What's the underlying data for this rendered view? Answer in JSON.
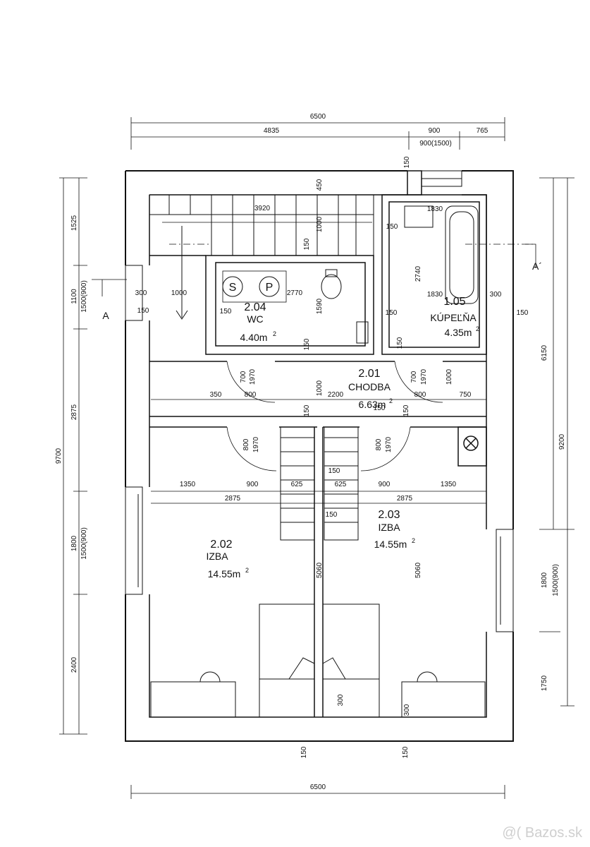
{
  "top_dims": {
    "total": "6500",
    "left": "4835",
    "mid": "900",
    "right": "765",
    "window": "900(1500)",
    "chimney": "150"
  },
  "bottom_dims": {
    "total": "6500",
    "left150": "150",
    "right150": "150",
    "left300": "300",
    "right300": "300"
  },
  "left_dims": {
    "total": "9700",
    "d1525": "1525",
    "d1100": "1100",
    "w1": "1500(900)",
    "d2875": "2875",
    "d1800": "1800",
    "w2": "1500(900)",
    "d2400": "2400"
  },
  "right_dims": {
    "d6150": "6150",
    "d9200": "9200",
    "d1800": "1800",
    "w": "1500(900)",
    "d1750": "1750"
  },
  "section": {
    "a": "A",
    "a2": "A´"
  },
  "rooms": {
    "wc": {
      "num": "2.04",
      "name": "WC",
      "area": "4.40m",
      "sup": "2"
    },
    "bath": {
      "num": "1.05",
      "name": "KÚPEĽŇA",
      "area": "4.35m",
      "sup": "2"
    },
    "hall": {
      "num": "2.01",
      "name": "CHODBA",
      "area": "6.63m",
      "sup": "2"
    },
    "izba_l": {
      "num": "2.02",
      "name": "IZBA",
      "area": "14.55m",
      "sup": "2"
    },
    "izba_r": {
      "num": "2.03",
      "name": "IZBA",
      "area": "14.55m",
      "sup": "2"
    }
  },
  "fixtures": {
    "s": "S",
    "p": "P"
  },
  "inner_dims": {
    "stair": "3920",
    "h1000a": "1000",
    "h150a": "150",
    "h450": "450",
    "wc2770": "2770",
    "wc1590": "1590",
    "wc150": "150",
    "d300l": "300",
    "d1000l": "1000",
    "d150l": "150",
    "d150wc": "150",
    "b1830t": "1830",
    "b150": "150",
    "b2740": "2740",
    "b1830": "1830",
    "b300": "300",
    "b150r": "150",
    "b150l": "150",
    "b150d": "150",
    "c700a": "700",
    "c1970a": "1970",
    "c700b": "700",
    "c1970b": "1970",
    "c1000r": "1000",
    "c1000": "1000",
    "c150": "150",
    "c350": "350",
    "c800a": "800",
    "c2200": "2200",
    "c800b": "800",
    "c750": "750",
    "c150b": "150",
    "c150c": "150",
    "r800a": "800",
    "r1970a": "1970",
    "r800b": "800",
    "r1970b": "1970",
    "r1350a": "1350",
    "r900a": "900",
    "r625a": "625",
    "r625b": "625",
    "r900b": "900",
    "r1350b": "1350",
    "r150a": "150",
    "r2875a": "2875",
    "r2875b": "2875",
    "r150b": "150",
    "r5060a": "5060",
    "r5060b": "5060",
    "r300a": "300",
    "r300b": "300"
  },
  "watermark": "@( Bazos.sk",
  "colors": {
    "line": "#111111",
    "wall": "#ffffff",
    "watermark": "#cfcfcf"
  }
}
